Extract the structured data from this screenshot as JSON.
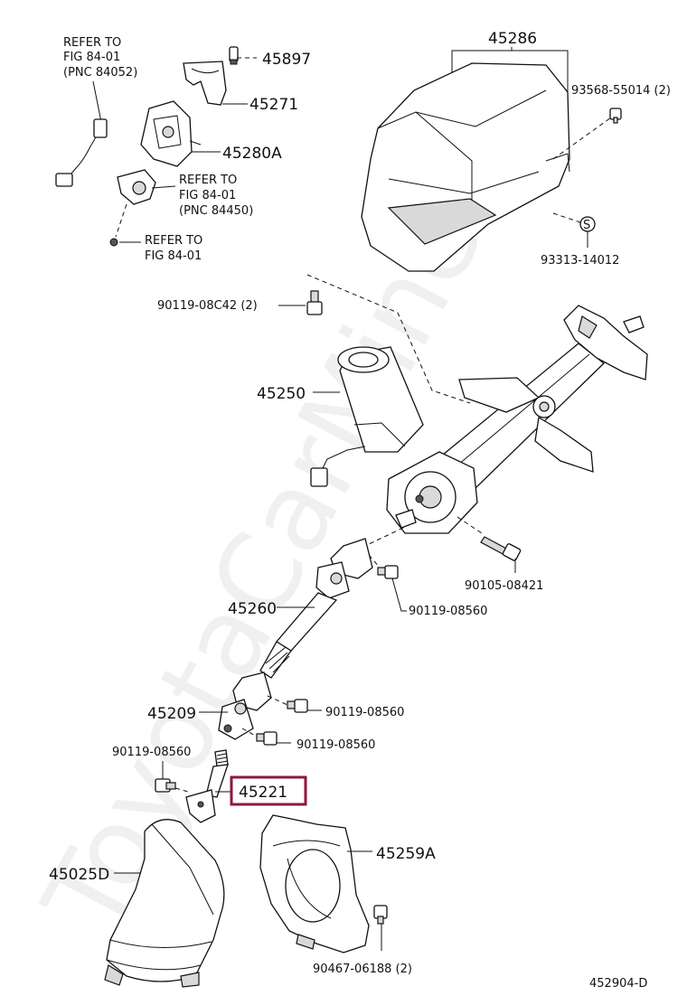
{
  "watermark": "ToyotaCarMine.ru",
  "diagram_code": "452904-D",
  "highlight_color": "#8b1a3a",
  "labels": {
    "refer_fig_84052_line1": "REFER TO",
    "refer_fig_84052_line2": "FIG 84-01",
    "refer_fig_84052_line3": "(PNC 84052)",
    "p45897": "45897",
    "p45271": "45271",
    "p45280a": "45280A",
    "refer_fig_84450_line1": "REFER TO",
    "refer_fig_84450_line2": "FIG 84-01",
    "refer_fig_84450_line3": "(PNC 84450)",
    "refer_fig_8401_line1": "REFER TO",
    "refer_fig_8401_line2": "FIG 84-01",
    "p45286": "45286",
    "p93568": "93568-55014 (2)",
    "p93313": "93313-14012",
    "p90119_08c42": "90119-08C42 (2)",
    "p45250": "45250",
    "p90105": "90105-08421",
    "p90119_a": "90119-08560",
    "p45260": "45260",
    "p45209": "45209",
    "p90119_b": "90119-08560",
    "p90119_c": "90119-08560",
    "p90119_d": "90119-08560",
    "p45221": "45221",
    "p45259a": "45259A",
    "p45025d": "45025D",
    "p90467": "90467-06188 (2)",
    "s_mark": "S"
  }
}
